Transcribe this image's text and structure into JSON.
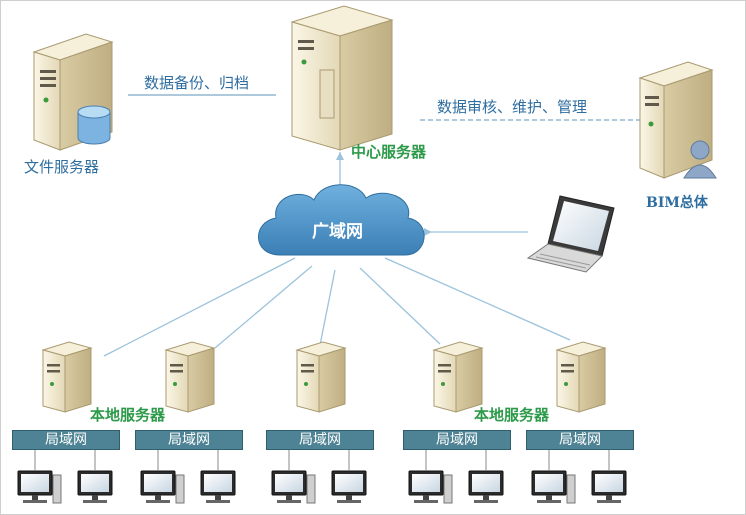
{
  "diagram": {
    "labels": {
      "file_server": "文件服务器",
      "backup_archive": "数据备份、归档",
      "central_server": "中心服务器",
      "audit_maintain_manage": "数据审核、维护、管理",
      "bim_head": "BIM总体",
      "wan": "广域网",
      "local_server_left": "本地服务器",
      "local_server_right": "本地服务器"
    },
    "lans": [
      "局域网",
      "局域网",
      "局域网",
      "局域网",
      "局域网"
    ],
    "colors": {
      "server_body": "#efe7cf",
      "cloud": "#4a8fc4",
      "lan_bar": "#4d8394",
      "label_blue": "#2e6da0",
      "label_green": "#2d9a4a",
      "link_line": "#9cc3dc"
    }
  }
}
